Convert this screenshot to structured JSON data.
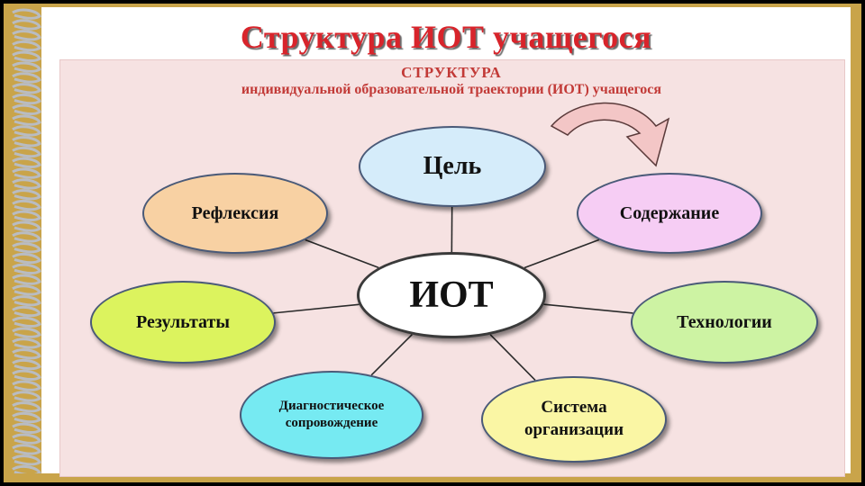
{
  "title": "Структура ИОТ учащегося",
  "subtitle_line1": "СТРУКТУРА",
  "subtitle_line2": "индивидуальной образовательной траектории (ИОТ) учащегося",
  "center": {
    "label": "ИОТ"
  },
  "nodes": [
    {
      "id": "goal",
      "label": "Цель",
      "color": "#d5ecfa"
    },
    {
      "id": "content",
      "label": "Содержание",
      "color": "#f6cdf4"
    },
    {
      "id": "technologies",
      "label": "Технологии",
      "color": "#cdf3a3"
    },
    {
      "id": "organization",
      "label": "Система организации",
      "color": "#faf6a4"
    },
    {
      "id": "diagnostics",
      "label": "Диагностическое сопровождение",
      "color": "#76eaf2"
    },
    {
      "id": "results",
      "label": "Результаты",
      "color": "#dcf35e"
    },
    {
      "id": "reflection",
      "label": "Рефлексия",
      "color": "#f8d1a3"
    }
  ],
  "colors": {
    "title": "#d8242b",
    "subtitle": "#c23a37",
    "panel": "#f6e2e2",
    "frame": "#c9a44a",
    "arrow": "#f3c6c6"
  }
}
